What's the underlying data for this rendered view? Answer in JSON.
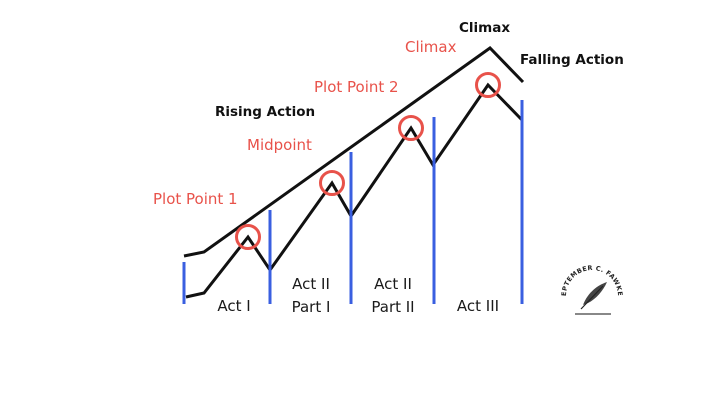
{
  "labels": {
    "plot_point_1": "Plot Point 1",
    "midpoint": "Midpoint",
    "plot_point_2": "Plot Point 2",
    "climax_red": "Climax",
    "climax_black": "Climax",
    "rising_action": "Rising Action",
    "falling_action": "Falling Action"
  },
  "acts": {
    "act1": [
      "Act I"
    ],
    "act2a": [
      "Act II",
      "Part I"
    ],
    "act2b": [
      "Act II",
      "Part II"
    ],
    "act3": [
      "Act III"
    ]
  },
  "logo": {
    "text": "SEPTEMBER C. FAWKES",
    "icon": "quill-feather-icon"
  },
  "colors": {
    "accent_red": "#e8524a",
    "divider_blue": "#3a5fe0",
    "line_black": "#111111"
  }
}
